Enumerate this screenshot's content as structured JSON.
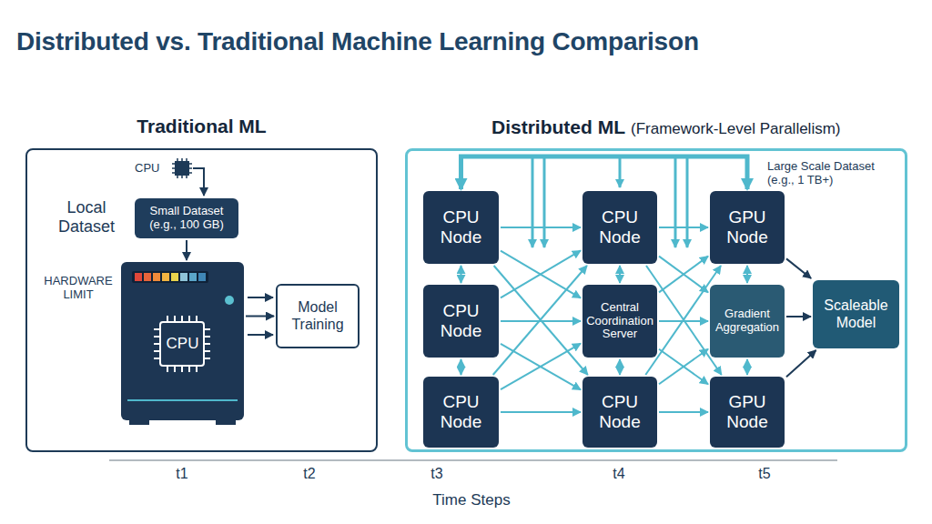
{
  "diagram": {
    "title": "Distributed vs. Traditional Machine Learning Comparison",
    "nodes": [
      {
        "text": [
          "Traditional ML"
        ]
      },
      {
        "text": [
          "Small Dataset (e.g., 100 GB)"
        ],
        "in": 0
      },
      {
        "text": [
          "CPU"
        ],
        "in": 0
      },
      {
        "text": [
          "Model Training"
        ],
        "in": 0
      },
      {
        "text": [
          "Distributed ML",
          "(Framework-Level Parallelism)"
        ]
      },
      {
        "text": [
          "CPU Node"
        ],
        "in": 4
      },
      {
        "text": [
          "CPU Node"
        ],
        "in": 4
      },
      {
        "text": [
          "CPU Node"
        ],
        "in": 4
      },
      {
        "text": [
          "CPU Node"
        ],
        "in": 4
      },
      {
        "text": [
          "Central Coordination Server"
        ],
        "in": 4
      },
      {
        "text": [
          "CPU Node"
        ],
        "in": 4
      },
      {
        "text": [
          "GPU Node"
        ],
        "in": 4
      },
      {
        "text": [
          "Gradient Aggregation"
        ],
        "in": 4
      },
      {
        "text": [
          "GPU Node"
        ],
        "in": 4
      },
      {
        "text": [
          "Scaleable Model"
        ],
        "in": 4
      }
    ],
    "edges": [
      {
        "from": 1,
        "to": 2,
        "arrow": "to"
      },
      {
        "from": 2,
        "to": 3,
        "arrow": "to"
      },
      {
        "from": 5,
        "to": 6,
        "arrow": "both"
      },
      {
        "from": 6,
        "to": 7,
        "arrow": "both"
      },
      {
        "from": 8,
        "to": 9,
        "arrow": "both"
      },
      {
        "from": 9,
        "to": 10,
        "arrow": "both"
      },
      {
        "from": 11,
        "to": 12,
        "arrow": "both"
      },
      {
        "from": 12,
        "to": 13,
        "arrow": "both"
      },
      {
        "from": 5,
        "to": 8,
        "arrow": "to"
      },
      {
        "from": 6,
        "to": 9,
        "arrow": "to"
      },
      {
        "from": 7,
        "to": 10,
        "arrow": "to"
      },
      {
        "from": 8,
        "to": 11,
        "arrow": "to"
      },
      {
        "from": 9,
        "to": 12,
        "arrow": "to"
      },
      {
        "from": 10,
        "to": 13,
        "arrow": "to"
      },
      {
        "from": 5,
        "to": 9,
        "arrow": "to"
      },
      {
        "from": 5,
        "to": 10,
        "arrow": "to"
      },
      {
        "from": 6,
        "to": 8,
        "arrow": "to"
      },
      {
        "from": 6,
        "to": 10,
        "arrow": "to"
      },
      {
        "from": 7,
        "to": 8,
        "arrow": "to"
      },
      {
        "from": 7,
        "to": 9,
        "arrow": "to"
      },
      {
        "from": 8,
        "to": 12,
        "arrow": "to"
      },
      {
        "from": 8,
        "to": 13,
        "arrow": "to"
      },
      {
        "from": 9,
        "to": 11,
        "arrow": "to"
      },
      {
        "from": 9,
        "to": 13,
        "arrow": "to"
      },
      {
        "from": 10,
        "to": 11,
        "arrow": "to"
      },
      {
        "from": 10,
        "to": 12,
        "arrow": "to"
      },
      {
        "from": 11,
        "to": 14,
        "arrow": "to"
      },
      {
        "from": 12,
        "to": 14,
        "arrow": "to"
      },
      {
        "from": 13,
        "to": 14,
        "arrow": "to"
      },
      {
        "from": 11,
        "to": 5,
        "arrow": "both"
      }
    ],
    "labels": [
      "CPU",
      "Local Dataset",
      "HARDWARE LIMIT",
      "Large Scale Dataset (e.g., 1 TB+)",
      "t1",
      "t2",
      "t3",
      "t4",
      "t5",
      "Time Steps"
    ]
  }
}
